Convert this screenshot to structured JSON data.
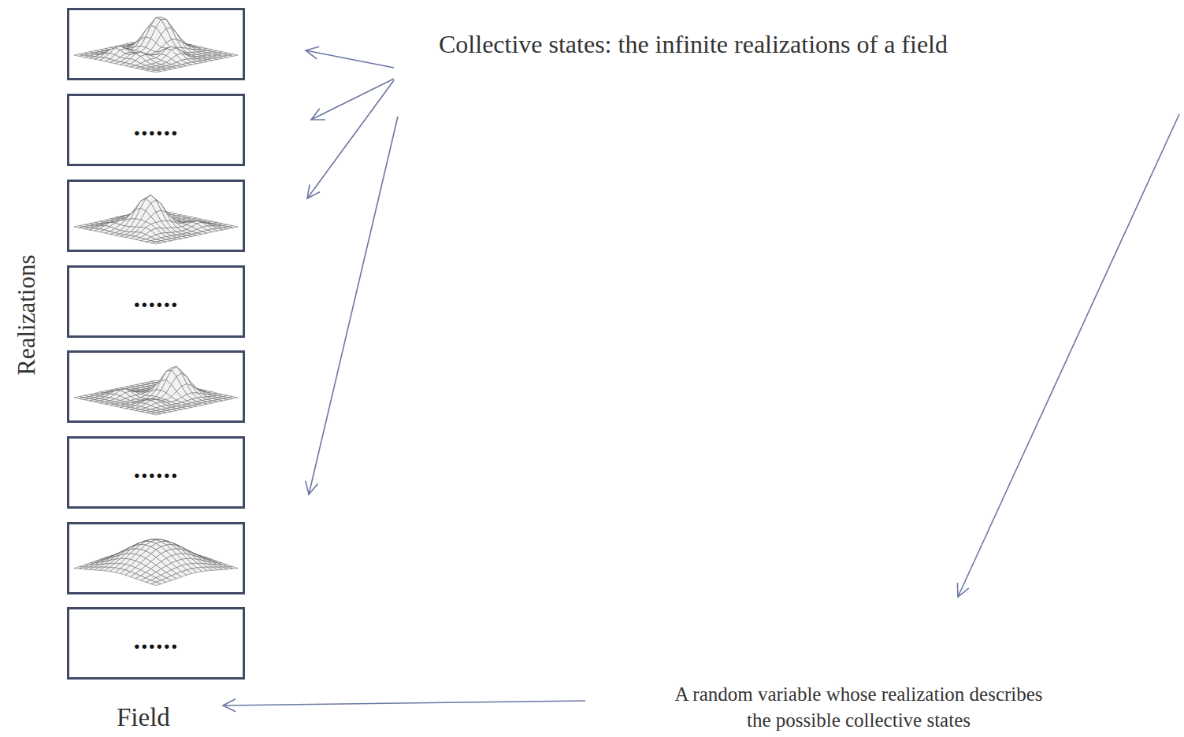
{
  "diagram": {
    "nodes": [
      {
        "text": [
          "......"
        ]
      },
      {
        "text": [
          "......"
        ]
      },
      {
        "text": [
          "......"
        ]
      },
      {
        "text": [
          "......"
        ]
      }
    ],
    "labels": [
      "Collective states: the infinite realizations of a field",
      "Realizations",
      "A random variable whose realization describes the possible collective states",
      "Field"
    ]
  }
}
